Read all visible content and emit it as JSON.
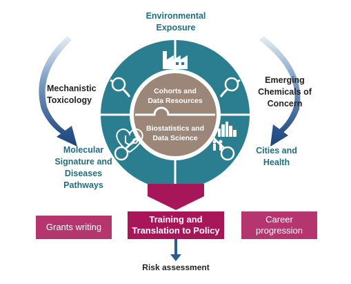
{
  "outer_labels": {
    "environmental_exposure": "Environmental\nExposure",
    "mechanistic_toxicology": "Mechanistic\nToxicology",
    "emerging_chemicals": "Emerging\nChemicals of\nConcern",
    "molecular_signature": "Molecular\nSignature and\nDiseases\nPathways",
    "cities_health": "Cities and\nHealth"
  },
  "inner_labels": {
    "cohorts": [
      "Cohorts and",
      "Data Resources"
    ],
    "biostatistics": [
      "Biostatistics and",
      "Data Science"
    ]
  },
  "boxes": {
    "grants": "Grants writing",
    "training": "Training and\nTranslation to Policy",
    "career": "Career\nprogression"
  },
  "risk": "Risk assessment",
  "colors": {
    "teal": "#1f6e80",
    "puzzle_teal": "#2a7e90",
    "inner_brown": "#9b8678",
    "magenta": "#b5356f",
    "magenta_dark": "#a8165a",
    "arrow_blue": "#2e5b93"
  },
  "icons": [
    "factory-icon",
    "skyline-icon",
    "people-icon",
    "heart-stethoscope-icon"
  ]
}
